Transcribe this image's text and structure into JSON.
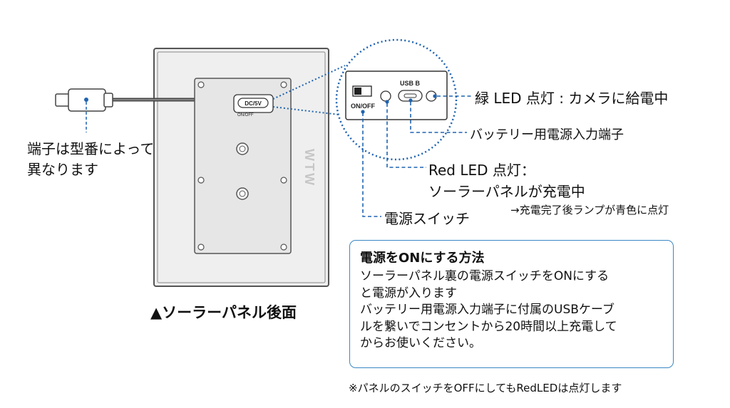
{
  "panel": {
    "caption": "▲ソーラーパネル後面",
    "brand_text": "WTW",
    "port_label": "DC/5V",
    "switch_small_label": "ON/OFF"
  },
  "zoom": {
    "usb_label": "USB B",
    "switch_label": "ON/OFF"
  },
  "callouts": {
    "connector_note_line1": "端子は型番によって",
    "connector_note_line2": "異なります",
    "green_led": "緑 LED 点灯 : カメラに給電中",
    "battery_port": "バッテリー用電源入力端子",
    "red_led_line1": "Red LED 点灯：",
    "red_led_line2": "ソーラーパネルが充電中",
    "red_led_sub": "→充電完了後ランプが青色に点灯",
    "power_switch": "電源スイッチ"
  },
  "info_box": {
    "title": "電源をONにする方法",
    "lines": [
      "ソーラーパネル裏の電源スイッチをONにする",
      "と電源が入ります",
      "バッテリー用電源入力端子に付属のUSBケーブ",
      "ルを繋いでコンセントから20時間以上充電して",
      "からお使いください。"
    ]
  },
  "footnote": "※パネルのスイッチをOFFにしてもRedLEDは点灯します",
  "colors": {
    "accent_blue": "#1f63b0",
    "box_border": "#3a87c4",
    "panel_stroke": "#555555",
    "panel_fill": "#e9e9e9"
  }
}
